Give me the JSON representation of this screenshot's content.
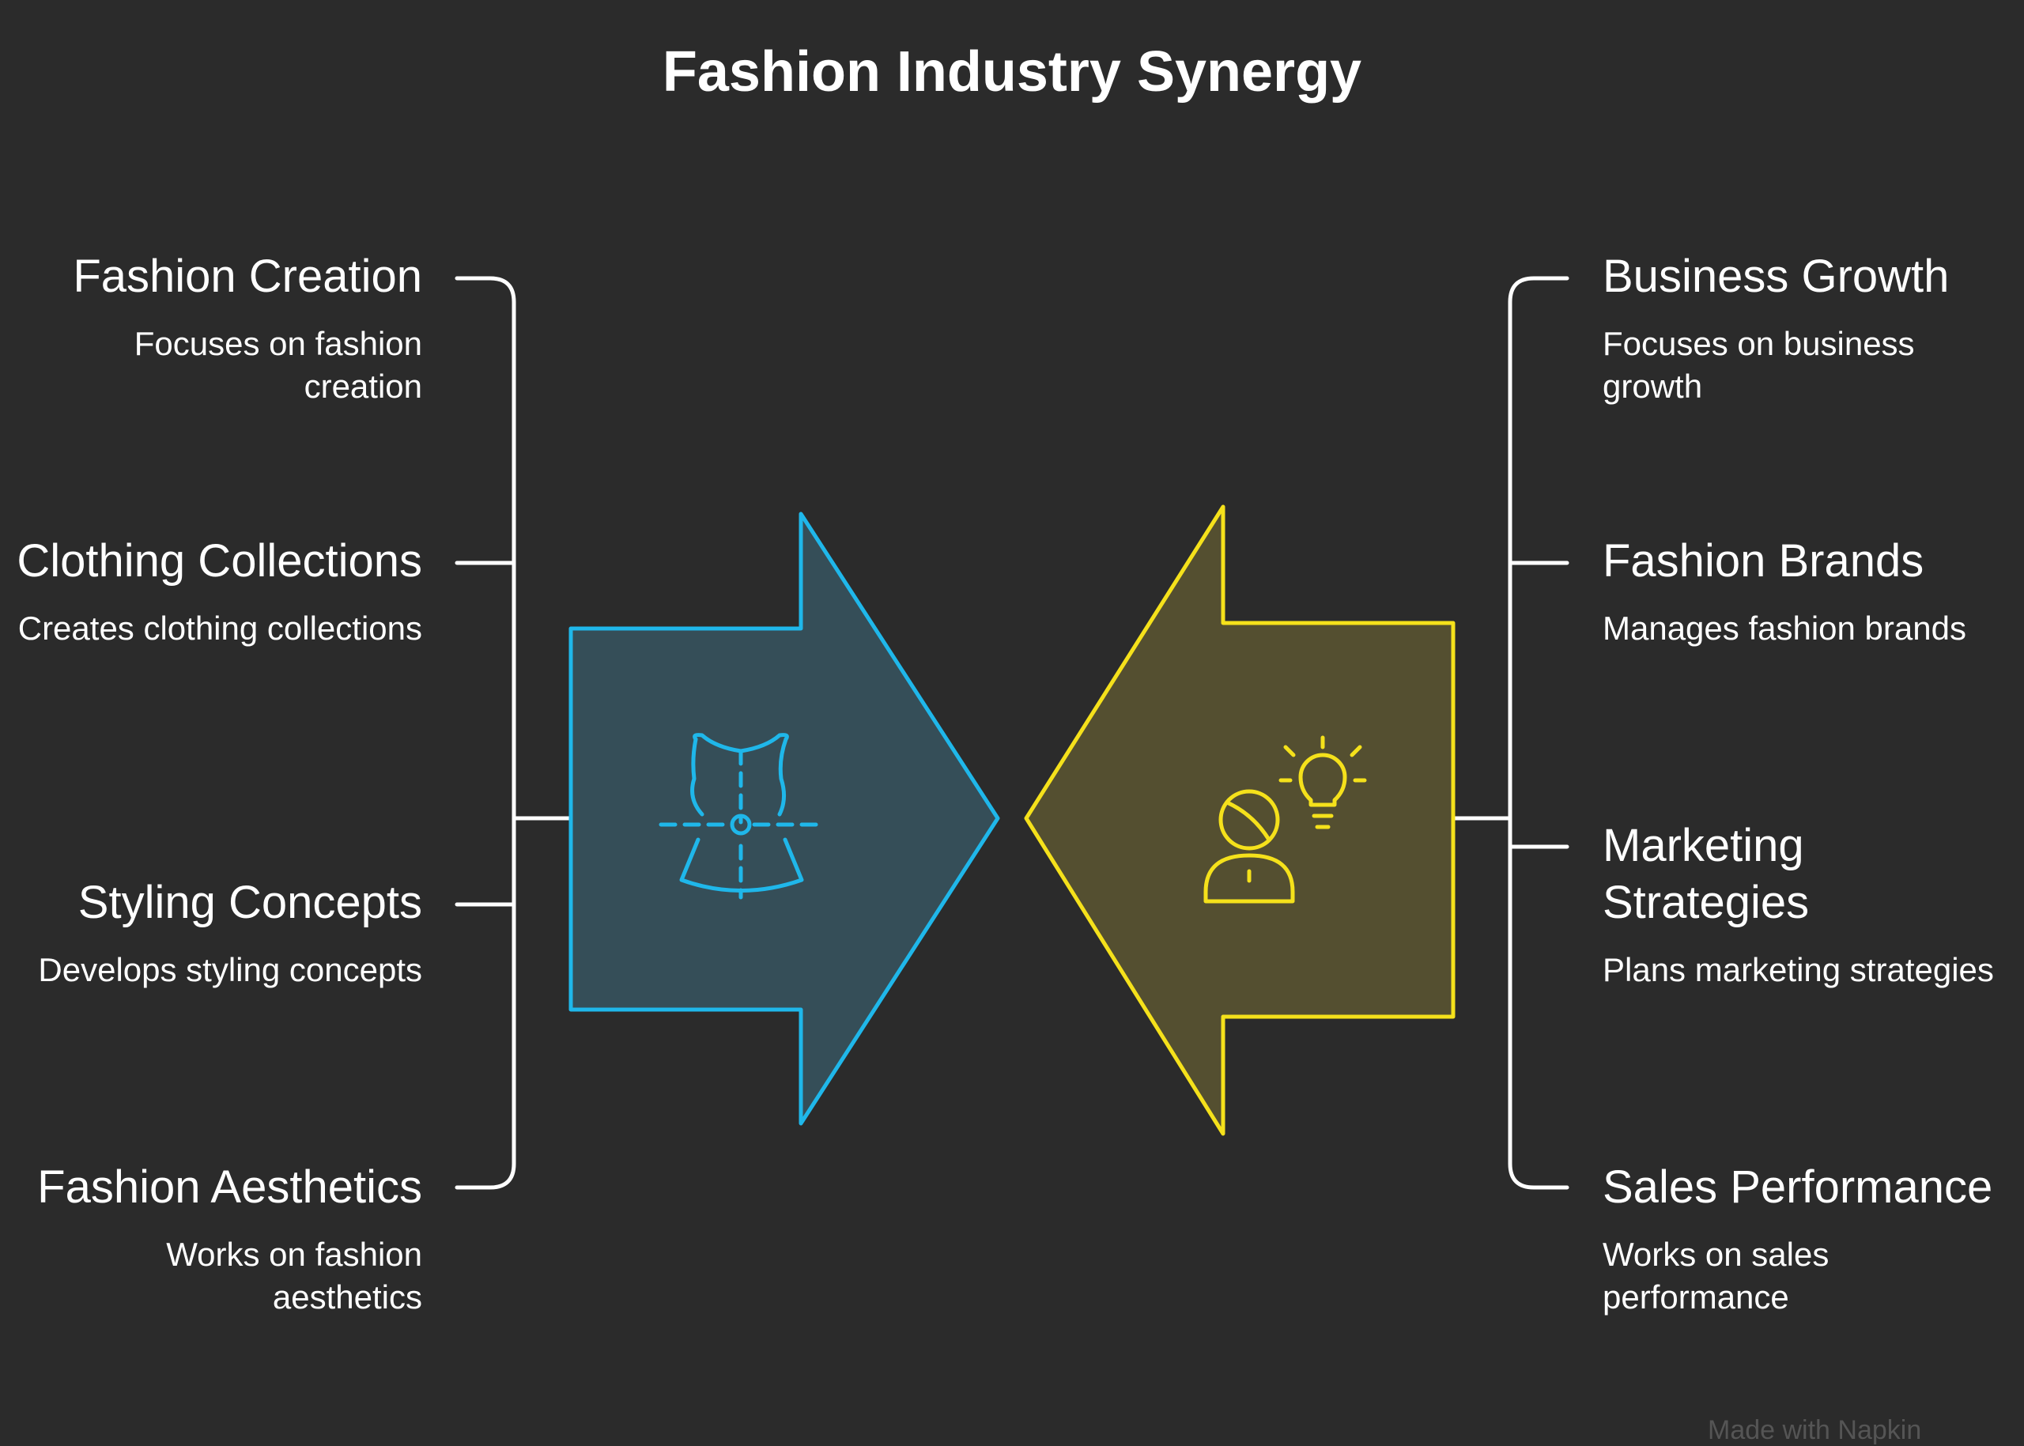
{
  "title": "Fashion Industry Synergy",
  "left": {
    "color": "#1fb7ea",
    "fill": "#354e58",
    "icon": "dress-icon",
    "items": [
      {
        "heading": "Fashion Creation",
        "desc": "Focuses on fashion creation"
      },
      {
        "heading": "Clothing Collections",
        "desc": "Creates clothing collections"
      },
      {
        "heading": "Styling Concepts",
        "desc": "Develops styling concepts"
      },
      {
        "heading": "Fashion Aesthetics",
        "desc": "Works on fashion aesthetics"
      }
    ]
  },
  "right": {
    "color": "#f5e11b",
    "fill": "#544f30",
    "icon": "person-lightbulb-icon",
    "items": [
      {
        "heading": "Business Growth",
        "desc": "Focuses on business growth"
      },
      {
        "heading": "Fashion Brands",
        "desc": "Manages fashion brands"
      },
      {
        "heading": "Marketing Strategies",
        "desc": "Plans marketing strategies"
      },
      {
        "heading": "Sales Performance",
        "desc": "Works on sales performance"
      }
    ]
  },
  "watermark": "Made with Napkin"
}
